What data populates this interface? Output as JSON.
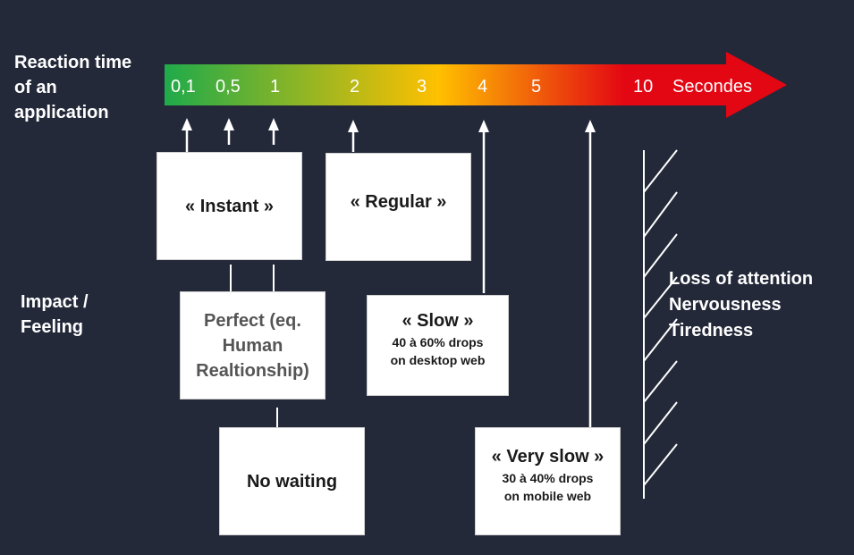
{
  "axis": {
    "label_lines": [
      "Reaction time",
      "of an",
      "application"
    ],
    "ticks": [
      "0,1",
      "0,5",
      "1",
      "2",
      "3",
      "4",
      "5",
      "10",
      "Secondes"
    ],
    "colors": {
      "start": "#1faa4a",
      "mid": "#ffc000",
      "end": "#e30613"
    }
  },
  "impact": {
    "label_lines": [
      "Impact /",
      "Feeling"
    ]
  },
  "boxes": {
    "instant": {
      "title": "« Instant »"
    },
    "regular": {
      "title": "« Regular »"
    },
    "perfect": {
      "title_lines": [
        "Perfect (eq.",
        "Human",
        "Realtionship)"
      ]
    },
    "slow": {
      "title": "« Slow »",
      "sub_lines": [
        "40 à 60% drops",
        "on desktop web"
      ]
    },
    "no_waiting": {
      "title": "No waiting"
    },
    "very_slow": {
      "title": "« Very slow »",
      "sub_lines": [
        "30 à 40% drops",
        "on mobile web"
      ]
    }
  },
  "attention": {
    "lines": [
      "Loss of attention",
      "Nervousness",
      "Tiredness"
    ]
  }
}
